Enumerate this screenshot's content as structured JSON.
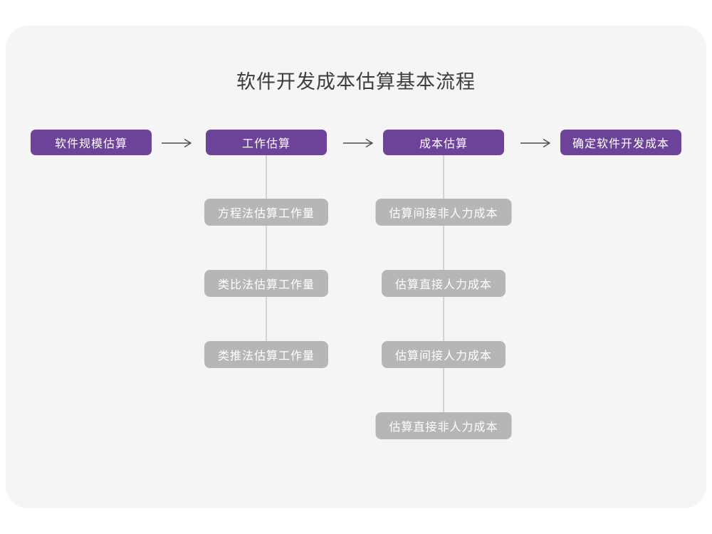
{
  "title": "软件开发成本估算基本流程",
  "colors": {
    "page_bg": "#ffffff",
    "card_bg": "#f5f5f6",
    "primary_node_bg": "#6c4398",
    "sub_node_bg": "#b6b6b6",
    "node_text": "#ffffff",
    "title_text": "#3c3c3c",
    "arrow": "#4c4c4c",
    "connector_line": "#d2d2d2"
  },
  "flow": {
    "nodes": [
      {
        "label": "软件规模估算"
      },
      {
        "label": "工作估算"
      },
      {
        "label": "成本估算"
      },
      {
        "label": "确定软件开发成本"
      }
    ]
  },
  "sub_columns": [
    {
      "parent": "工作估算",
      "items": [
        {
          "label": "方程法估算工作量"
        },
        {
          "label": "类比法估算工作量"
        },
        {
          "label": "类推法估算工作量"
        }
      ]
    },
    {
      "parent": "成本估算",
      "items": [
        {
          "label": "估算间接非人力成本"
        },
        {
          "label": "估算直接人力成本"
        },
        {
          "label": "估算间接人力成本"
        },
        {
          "label": "估算直接非人力成本"
        }
      ]
    }
  ]
}
